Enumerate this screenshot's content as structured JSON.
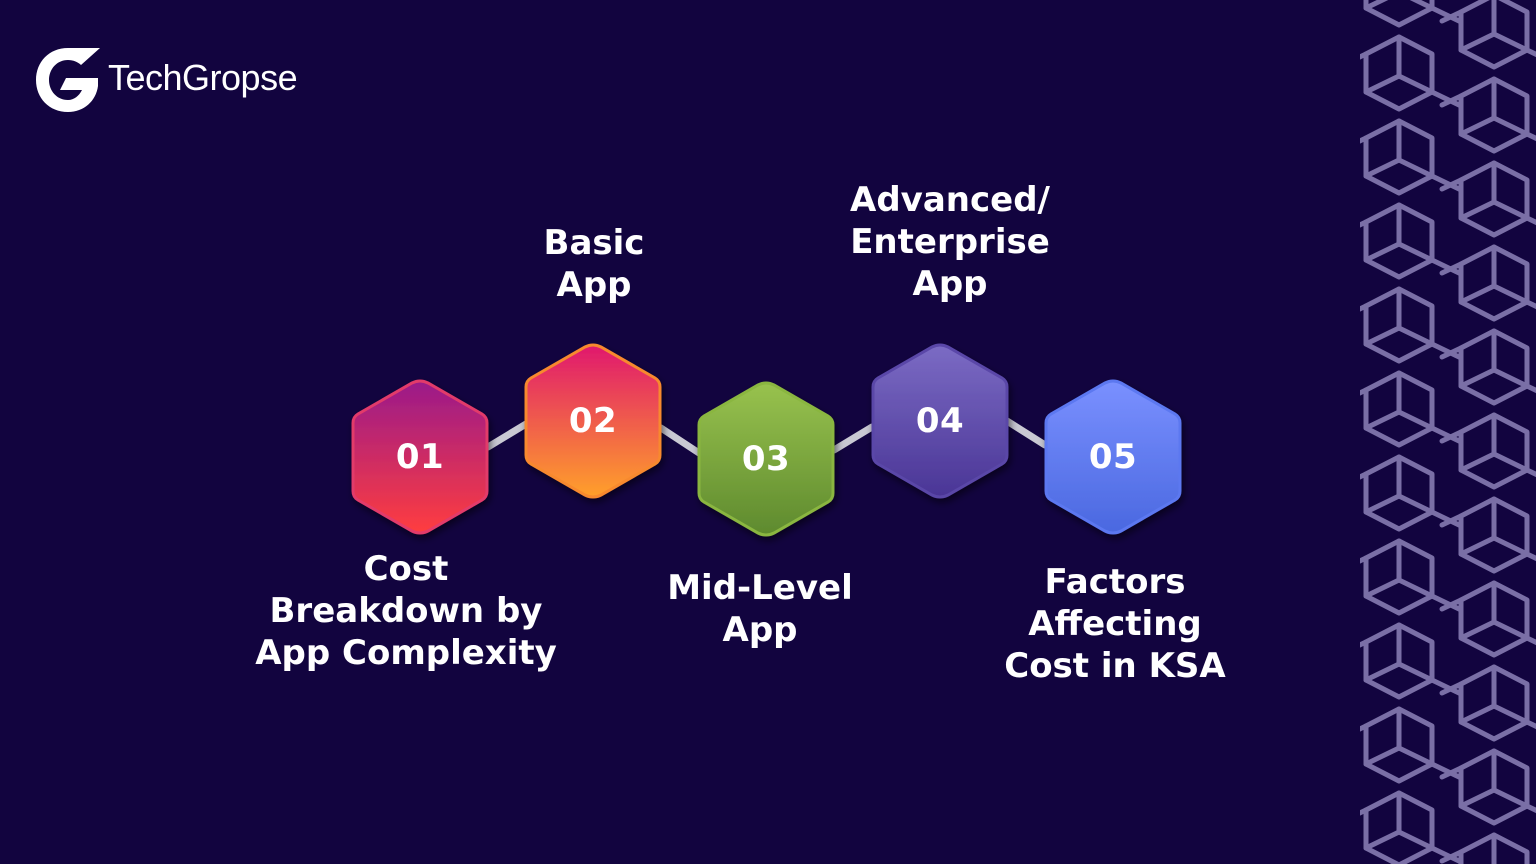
{
  "brand": {
    "name": "TechGropse",
    "logo_icon": "g-logo-icon"
  },
  "colors": {
    "background": "#12043f",
    "pattern_stroke": "#7a6fa6",
    "connector": "#c9c9d3",
    "text": "#ffffff"
  },
  "steps": [
    {
      "number": "01",
      "label": "Cost\nBreakdown by\nApp Complexity",
      "label_position": "below",
      "gradient": [
        "#9a1a8a",
        "#ff3d3f"
      ],
      "border": "#e23a6a"
    },
    {
      "number": "02",
      "label": "Basic\nApp",
      "label_position": "above",
      "gradient": [
        "#e0186e",
        "#ffa02a"
      ],
      "border": "#f7892e"
    },
    {
      "number": "03",
      "label": "Mid-Level\nApp",
      "label_position": "below",
      "gradient": [
        "#98c24e",
        "#5e8a2e"
      ],
      "border": "#8ab640"
    },
    {
      "number": "04",
      "label": "Advanced/\nEnterprise\nApp",
      "label_position": "above",
      "gradient": [
        "#7b6bc4",
        "#4a3596"
      ],
      "border": "#5a47a8"
    },
    {
      "number": "05",
      "label": "Factors\nAffecting\nCost in KSA",
      "label_position": "below",
      "gradient": [
        "#7a90ff",
        "#4a68e0"
      ],
      "border": "#5b78f0"
    }
  ]
}
